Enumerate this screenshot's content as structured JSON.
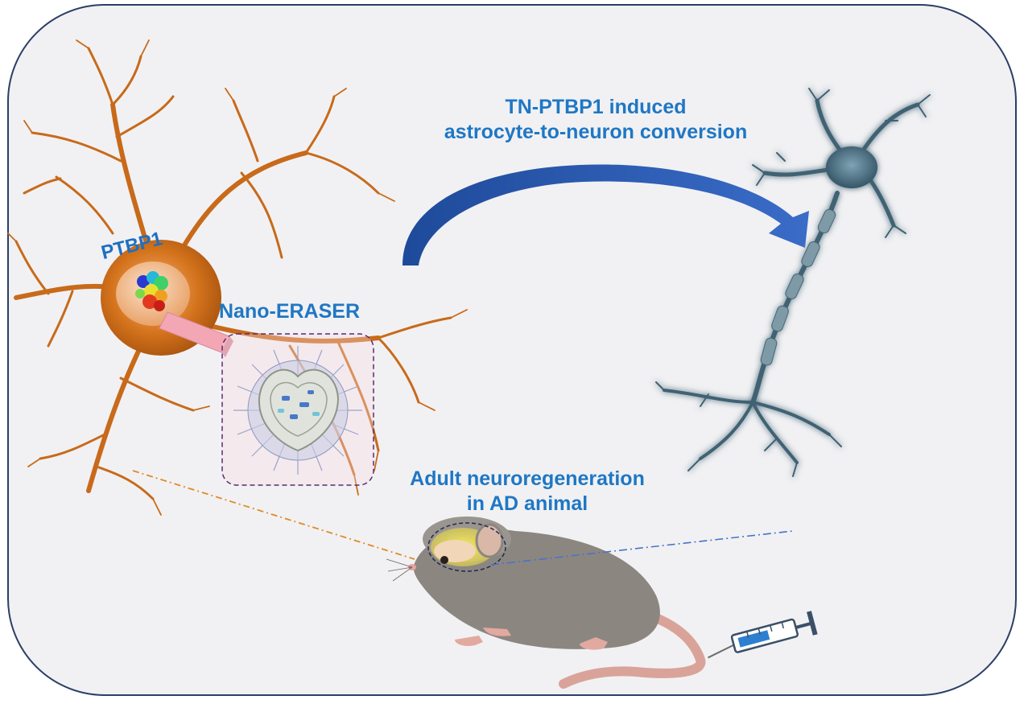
{
  "labels": {
    "conversion_line1": "TN-PTBP1 induced",
    "conversion_line2": "astrocyte-to-neuron conversion",
    "nano_eraser": "Nano-ERASER",
    "ptbp1": "PTBP1",
    "adult_line1": "Adult neuroregeneration",
    "adult_line2": "in AD animal"
  },
  "colors": {
    "panel_bg": "#f1f1f3",
    "panel_border": "#2c3e66",
    "astrocyte": "#d4731c",
    "neuron": "#3f6273",
    "neuron_glow": "#8fb8f0",
    "arrow": "#2a59b0",
    "label_text": "#1f77c4",
    "mouse": "#8c8681",
    "mouse_tail": "#d9a39a"
  },
  "icons": [
    "astrocyte-cell",
    "ptbp1-protein",
    "eraser",
    "nanoparticle",
    "neuron-cell",
    "mouse",
    "syringe"
  ]
}
